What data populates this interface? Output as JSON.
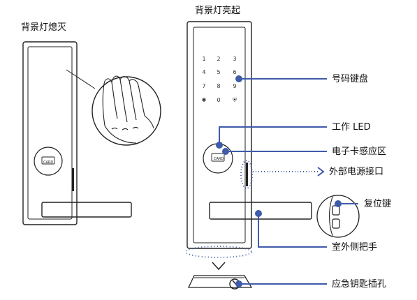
{
  "captions": {
    "off_title": "背景灯熄灭",
    "on_title": "背景灯亮起"
  },
  "keypad": {
    "keys": [
      "1",
      "2",
      "3",
      "4",
      "5",
      "6",
      "7",
      "8",
      "9",
      "✱",
      "0",
      "⛨"
    ]
  },
  "card_label": "CARD",
  "callouts": {
    "keypad": "号码键盘",
    "work_led": "工作 LED",
    "card_area": "电子卡感应区",
    "external_power": "外部电源接口",
    "reset_key": "复位键",
    "outer_handle": "室外侧把手",
    "emergency_key": "应急钥匙插孔"
  },
  "colors": {
    "accent": "#3F5BA9",
    "line": "#222222"
  }
}
